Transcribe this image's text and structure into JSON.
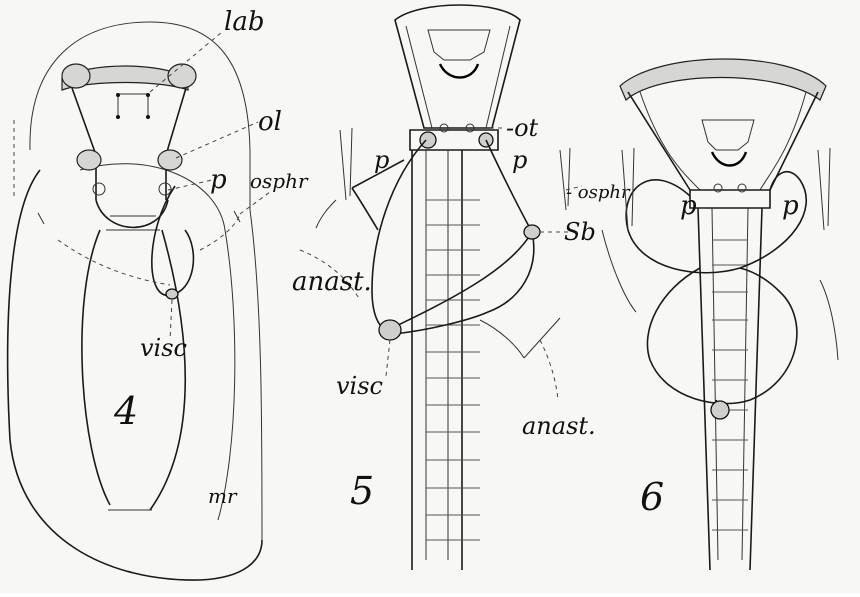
{
  "figures": [
    {
      "number": "4",
      "labels": {
        "lab": "lab",
        "ol": "ol",
        "p": "p",
        "osphr": "osphr",
        "visc": "visc",
        "mr": "mr"
      }
    },
    {
      "number": "5",
      "labels": {
        "p_left": "p",
        "ot": "-ot",
        "p_right": "p",
        "osphr": "- osphr",
        "sb": "Sb",
        "anast_left": "anast.",
        "visc": "visc",
        "anast_right": "anast."
      }
    },
    {
      "number": "6",
      "labels": {
        "p_left": "p",
        "p_right": "p"
      }
    }
  ]
}
